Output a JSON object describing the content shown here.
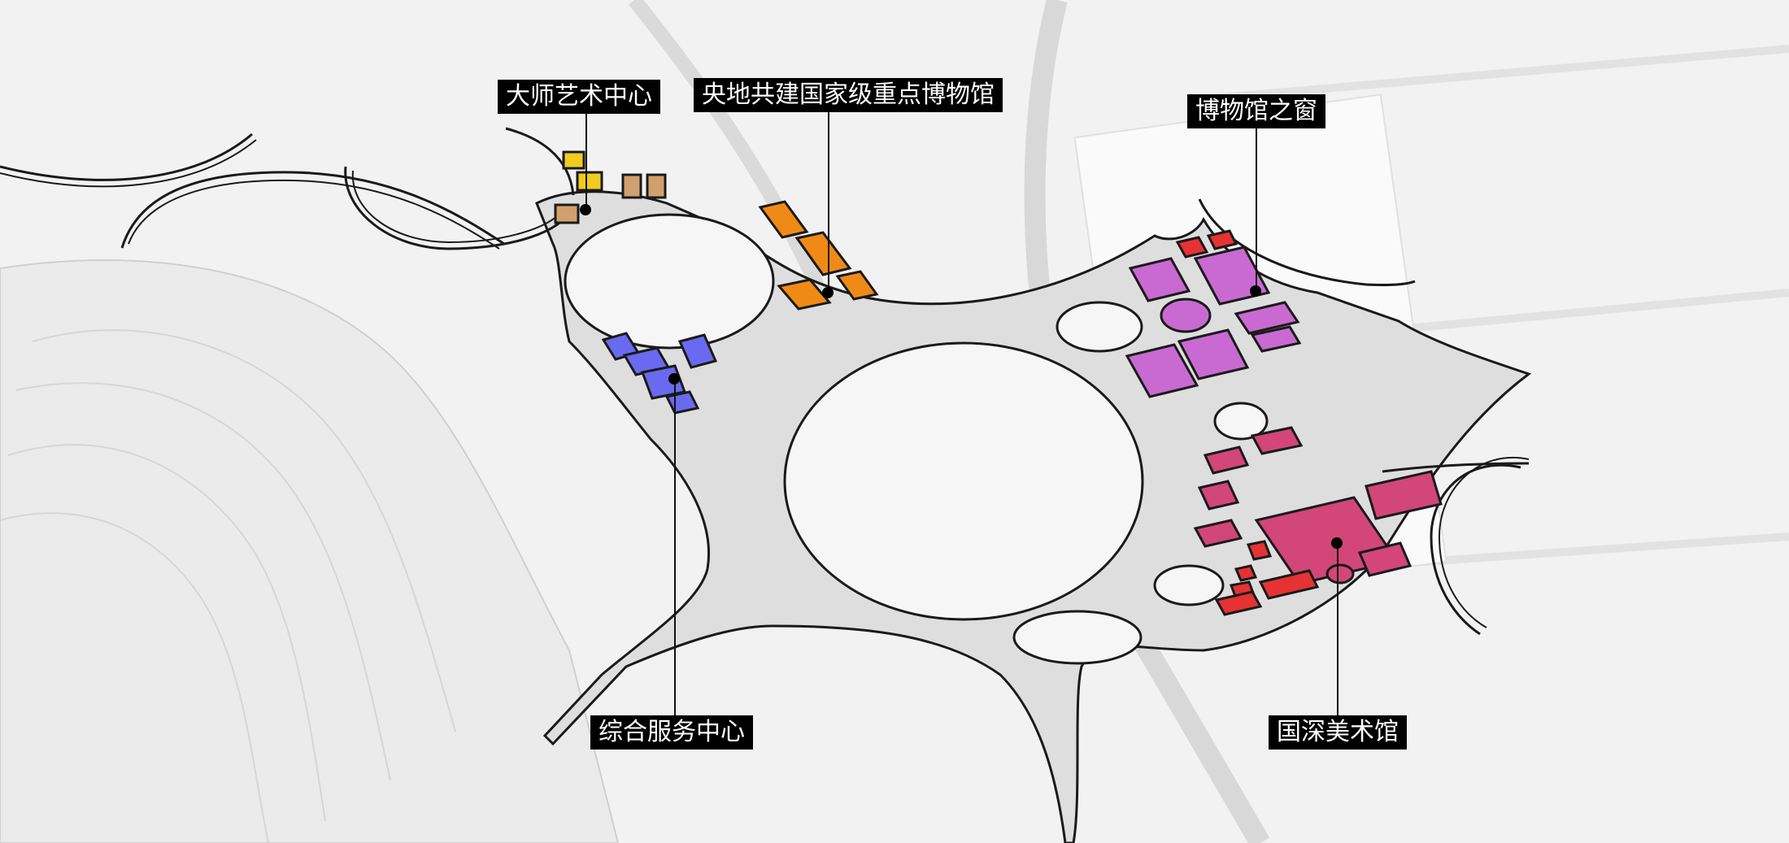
{
  "labels": {
    "master_art_center": "大师艺术中心",
    "national_museum": "央地共建国家级重点博物馆",
    "museum_window": "博物馆之窗",
    "service_center": "综合服务中心",
    "art_museum": "国深美术馆"
  },
  "colors": {
    "background": "#f2f2f2",
    "plaza": "#dedede",
    "orange": "#f08a16",
    "blue": "#6a6af0",
    "violet": "#c86ad2",
    "crimson": "#d24678",
    "red": "#e63232",
    "yellow": "#f0cc20",
    "tan": "#d2a06e"
  }
}
